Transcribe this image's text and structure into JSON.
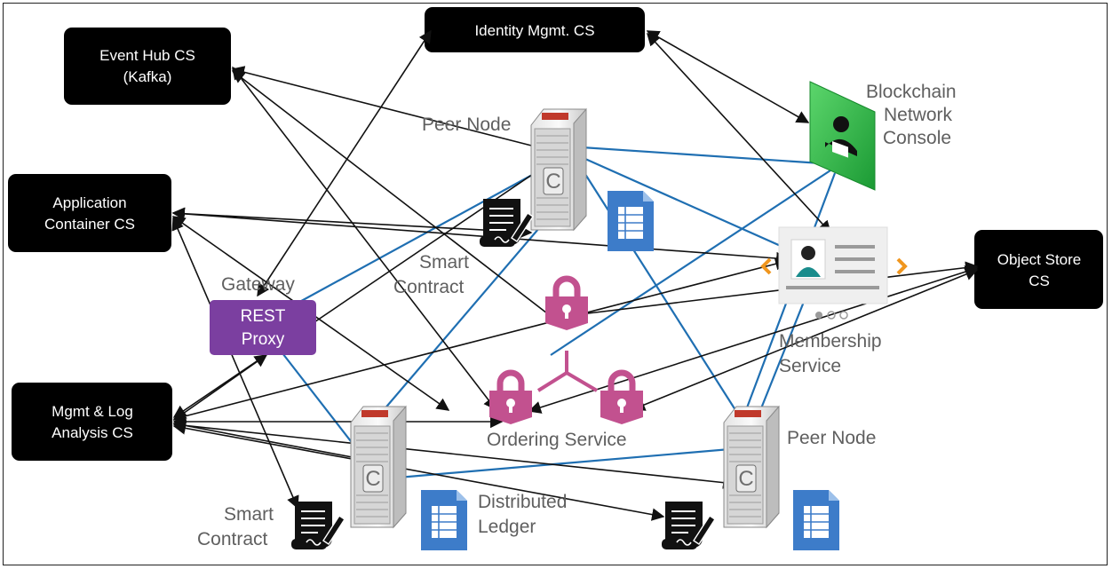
{
  "boxes": {
    "event_hub": [
      "Event Hub CS",
      "(Kafka)"
    ],
    "identity": [
      "Identity Mgmt. CS"
    ],
    "app_container": [
      "Application",
      "Container CS"
    ],
    "mgmt_log": [
      "Mgmt & Log",
      "Analysis CS"
    ],
    "object_store": [
      "Object Store",
      "CS"
    ]
  },
  "labels": {
    "peer_node_top": "Peer Node",
    "peer_node_right": "Peer Node",
    "console": [
      "Blockchain",
      "Network",
      "Console"
    ],
    "smart_contract_top": [
      "Smart",
      "Contract"
    ],
    "smart_contract_bottom": [
      "Smart",
      "Contract"
    ],
    "gateway": "Gateway",
    "rest_proxy": [
      "REST",
      "Proxy"
    ],
    "membership": [
      "Membership",
      "Service"
    ],
    "ordering": "Ordering Service",
    "ledger": [
      "Distributed",
      "Ledger"
    ]
  },
  "colors": {
    "box_fill": "#000000",
    "blue_line": "#1f6fb2",
    "black_arrow": "#111111",
    "lock": "#c2518f",
    "proxy": "#7b3fa0",
    "console_green": "#2fb34a",
    "ledger_blue": "#3d7cc9",
    "label_gray": "#5f5f5f",
    "chevron_orange": "#f0961e"
  },
  "icons": [
    "server-icon",
    "ledger-icon",
    "contract-icon",
    "lock-icon",
    "console-icon",
    "membership-card-icon"
  ]
}
